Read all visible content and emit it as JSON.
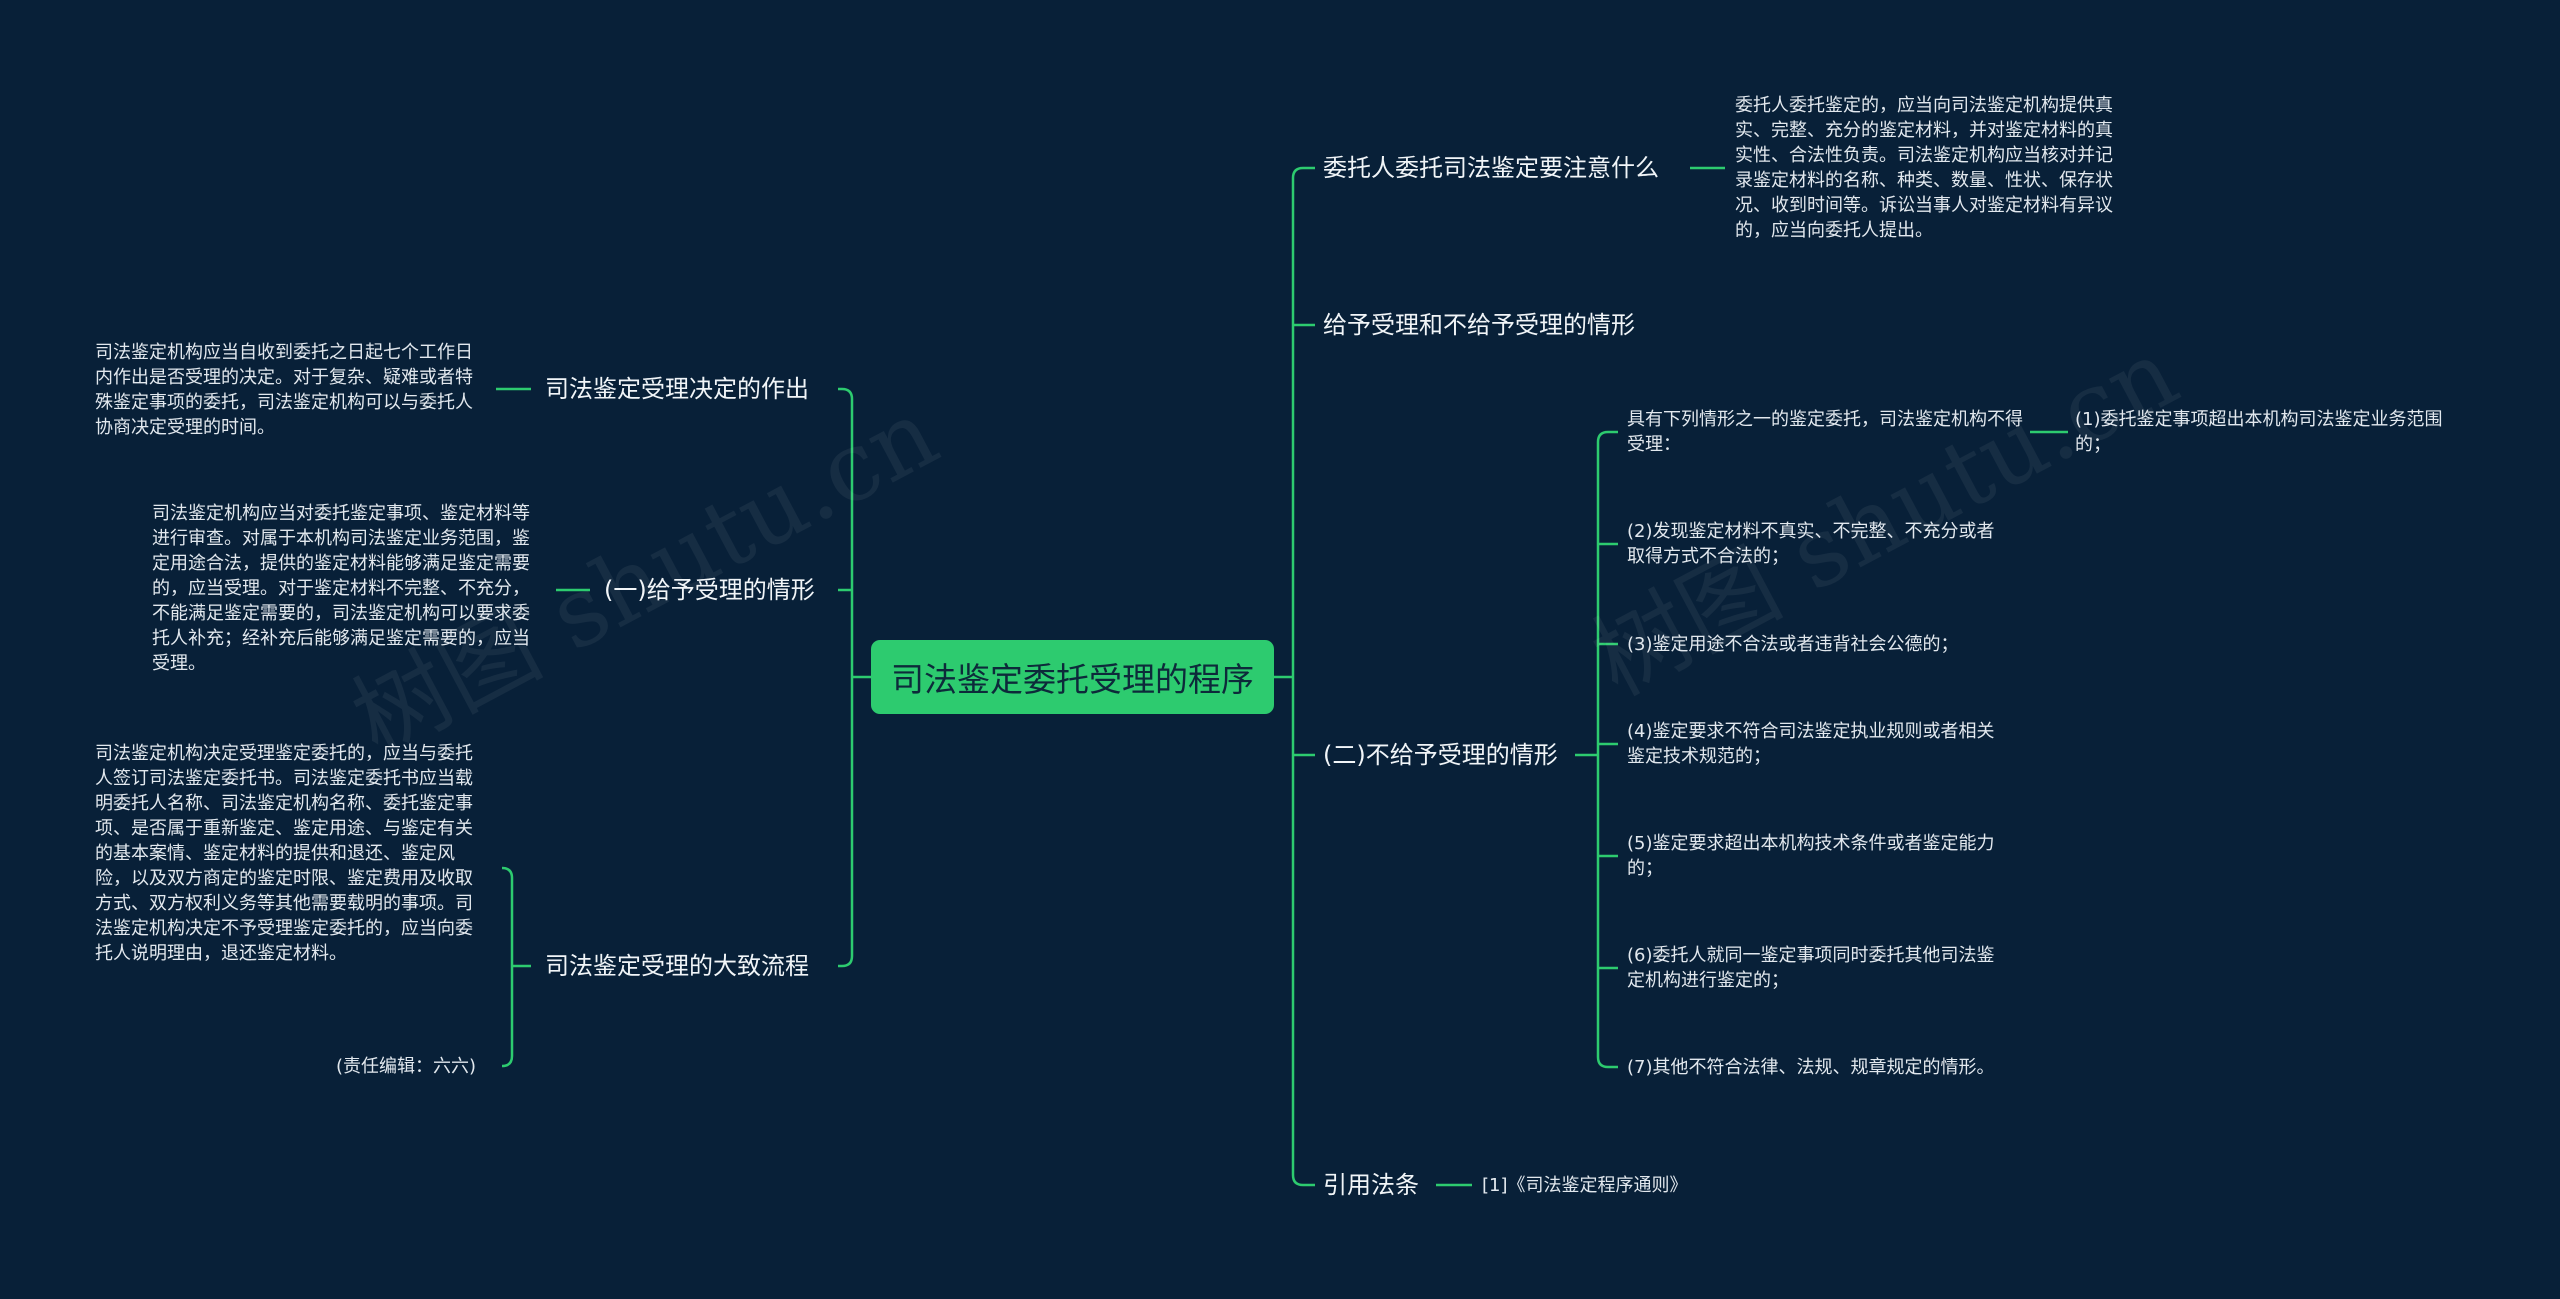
{
  "root": {
    "label": "司法鉴定委托受理的程序"
  },
  "colors": {
    "background": "#082038",
    "accent": "#2dcb6f",
    "line": "#2dcb6f",
    "text": "#e2e8ee"
  },
  "watermark": "树图 shutu.cn",
  "left": {
    "b1": {
      "label": "司法鉴定受理决定的作出",
      "text": "司法鉴定机构应当自收到委托之日起七个工作日内作出是否受理的决定。对于复杂、疑难或者特殊鉴定事项的委托，司法鉴定机构可以与委托人协商决定受理的时间。"
    },
    "b2": {
      "label": "(一)给予受理的情形",
      "text": "司法鉴定机构应当对委托鉴定事项、鉴定材料等进行审查。对属于本机构司法鉴定业务范围，鉴定用途合法，提供的鉴定材料能够满足鉴定需要的，应当受理。对于鉴定材料不完整、不充分，不能满足鉴定需要的，司法鉴定机构可以要求委托人补充；经补充后能够满足鉴定需要的，应当受理。"
    },
    "b3": {
      "label": "司法鉴定受理的大致流程",
      "text": "司法鉴定机构决定受理鉴定委托的，应当与委托人签订司法鉴定委托书。司法鉴定委托书应当载明委托人名称、司法鉴定机构名称、委托鉴定事项、是否属于重新鉴定、鉴定用途、与鉴定有关的基本案情、鉴定材料的提供和退还、鉴定风险，以及双方商定的鉴定时限、鉴定费用及收取方式、双方权利义务等其他需要载明的事项。司法鉴定机构决定不予受理鉴定委托的，应当向委托人说明理由，退还鉴定材料。",
      "editor": "(责任编辑：六六)"
    }
  },
  "right": {
    "r1": {
      "label": "委托人委托司法鉴定要注意什么",
      "text": "委托人委托鉴定的，应当向司法鉴定机构提供真实、完整、充分的鉴定材料，并对鉴定材料的真实性、合法性负责。司法鉴定机构应当核对并记录鉴定材料的名称、种类、数量、性状、保存状况、收到时间等。诉讼当事人对鉴定材料有异议的，应当向委托人提出。"
    },
    "r2": {
      "label": "给予受理和不给予受理的情形"
    },
    "r3": {
      "label": "(二)不给予受理的情形",
      "intro": "具有下列情形之一的鉴定委托，司法鉴定机构不得受理：",
      "item1": "(1)委托鉴定事项超出本机构司法鉴定业务范围的；",
      "item2": "(2)发现鉴定材料不真实、不完整、不充分或者取得方式不合法的；",
      "item3": "(3)鉴定用途不合法或者违背社会公德的；",
      "item4": "(4)鉴定要求不符合司法鉴定执业规则或者相关鉴定技术规范的；",
      "item5": "(5)鉴定要求超出本机构技术条件或者鉴定能力的；",
      "item6": "(6)委托人就同一鉴定事项同时委托其他司法鉴定机构进行鉴定的；",
      "item7": "(7)其他不符合法律、法规、规章规定的情形。"
    },
    "r4": {
      "label": "引用法条",
      "ref": "[1]《司法鉴定程序通则》"
    }
  }
}
